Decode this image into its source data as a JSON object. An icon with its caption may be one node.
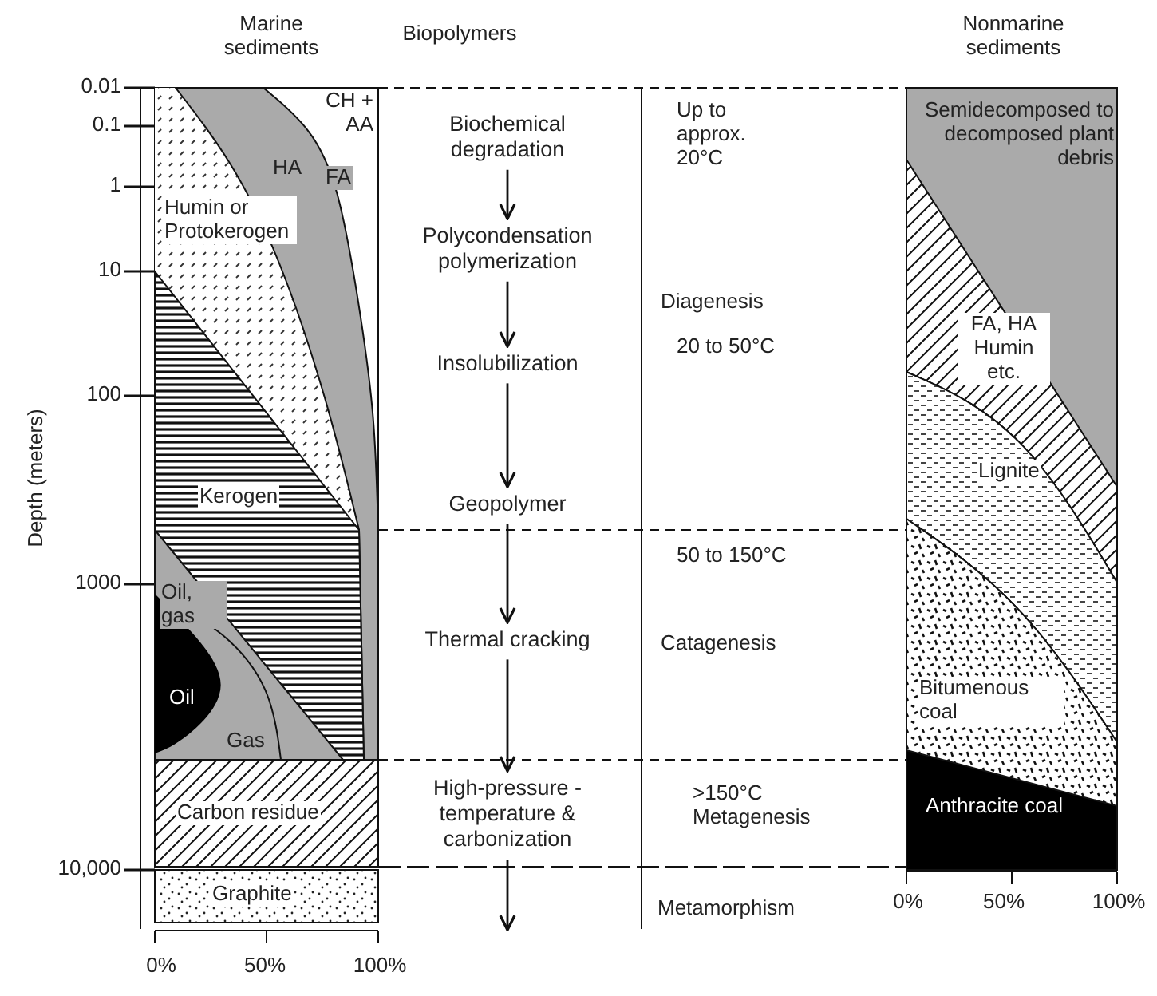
{
  "diagram": {
    "nodes": [
      {
        "text": [
          "Biochemical degradation"
        ]
      },
      {
        "text": [
          "Polycondensation polymerization"
        ]
      },
      {
        "text": [
          "Insolubilization"
        ]
      },
      {
        "text": [
          "Geopolymer"
        ]
      },
      {
        "text": [
          "Thermal cracking"
        ]
      },
      {
        "text": [
          "High-pressure -temperature & carbonization"
        ]
      }
    ],
    "edges": [
      {
        "from": 0,
        "to": 1,
        "arrow": "to"
      },
      {
        "from": 1,
        "to": 2,
        "arrow": "to"
      },
      {
        "from": 2,
        "to": 3,
        "arrow": "to"
      },
      {
        "from": 3,
        "to": 4,
        "arrow": "to"
      },
      {
        "from": 4,
        "to": 5,
        "arrow": "to"
      },
      {
        "from": 5,
        "to": null,
        "arrow": "to"
      }
    ],
    "labels": [
      "Marine sediments",
      "Biopolymers",
      "Nonmarine sediments",
      "Depth (meters)",
      "0.01",
      "0.1",
      "1",
      "10",
      "100",
      "1000",
      "10,000",
      "CH + AA",
      "FA",
      "HA",
      "Humin or Protokerogen",
      "Kerogen",
      "Oil, gas",
      "Oil",
      "Gas",
      "Carbon residue",
      "Graphite",
      "0%",
      "50%",
      "100%",
      "Up to approx. 20°C",
      "Diagenesis",
      "20 to 50°C",
      "50 to 150°C",
      "Catagenesis",
      ">150°C Metagenesis",
      "Metamorphism",
      "Semidecomposed to decomposed plant debris",
      "FA, HA Humin etc.",
      "Lignite",
      "Bitumenous coal",
      "Anthracite coal",
      "0%",
      "50%",
      "100%"
    ]
  }
}
